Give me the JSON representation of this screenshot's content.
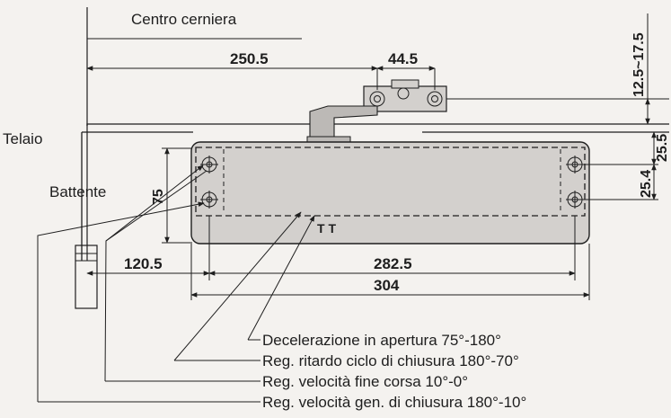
{
  "labels": {
    "hinge_center": "Centro cerniera",
    "frame": "Telaio",
    "door_leaf": "Battente"
  },
  "dimensions": {
    "hinge_to_bracket": "250.5",
    "bracket_holes": "44.5",
    "bracket_offset": "12.5~17.5",
    "body_offset": "25.5",
    "hole_spacing_right": "25.4",
    "body_height": "75",
    "hinge_to_body": "120.5",
    "hole_spacing_length": "282.5",
    "body_length": "304",
    "screw_mark": "T T"
  },
  "legend": [
    "Decelerazione in apertura 75°-180°",
    "Reg. ritardo ciclo di chiusura 180°-70°",
    "Reg. velocità fine corsa 10°-0°",
    "Reg. velocità gen. di chiusura 180°-10°"
  ],
  "colors": {
    "line": "#1e1e1e",
    "body_fill": "#d3d0cd",
    "background": "#f4f2ef"
  }
}
